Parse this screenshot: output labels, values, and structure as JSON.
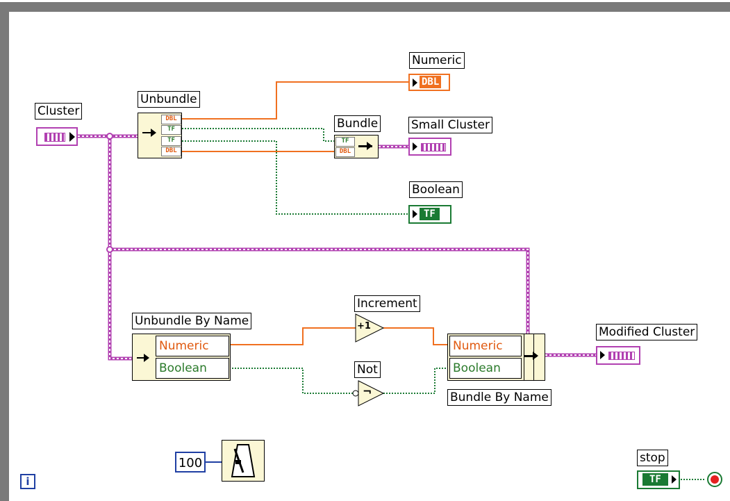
{
  "diagram": {
    "frame_color": "#7a7a7a",
    "wire_colors": {
      "numeric": "#f07020",
      "boolean": "#1a7a33",
      "cluster": "#b140b1"
    },
    "labels": {
      "cluster": "Cluster",
      "unbundle": "Unbundle",
      "numeric": "Numeric",
      "bundle": "Bundle",
      "small_cluster": "Small Cluster",
      "boolean": "Boolean",
      "unbundle_by_name": "Unbundle By Name",
      "increment": "Increment",
      "not": "Not",
      "bundle_by_name": "Bundle By Name",
      "modified_cluster": "Modified Cluster",
      "stop": "stop"
    },
    "unbundle_terminals": [
      "DBL",
      "TF",
      "TF",
      "DBL"
    ],
    "bundle_terminals": [
      "TF",
      "DBL"
    ],
    "numeric_indicator_text": "DBL",
    "boolean_indicator_text": "TF",
    "stop_control_text": "TF",
    "unbundle_by_name_rows": [
      "Numeric",
      "Boolean"
    ],
    "bundle_by_name_rows": [
      "Numeric",
      "Boolean"
    ],
    "increment_symbol": "+1",
    "not_symbol": "¬",
    "wait_constant": "100",
    "info_icon": "i"
  }
}
